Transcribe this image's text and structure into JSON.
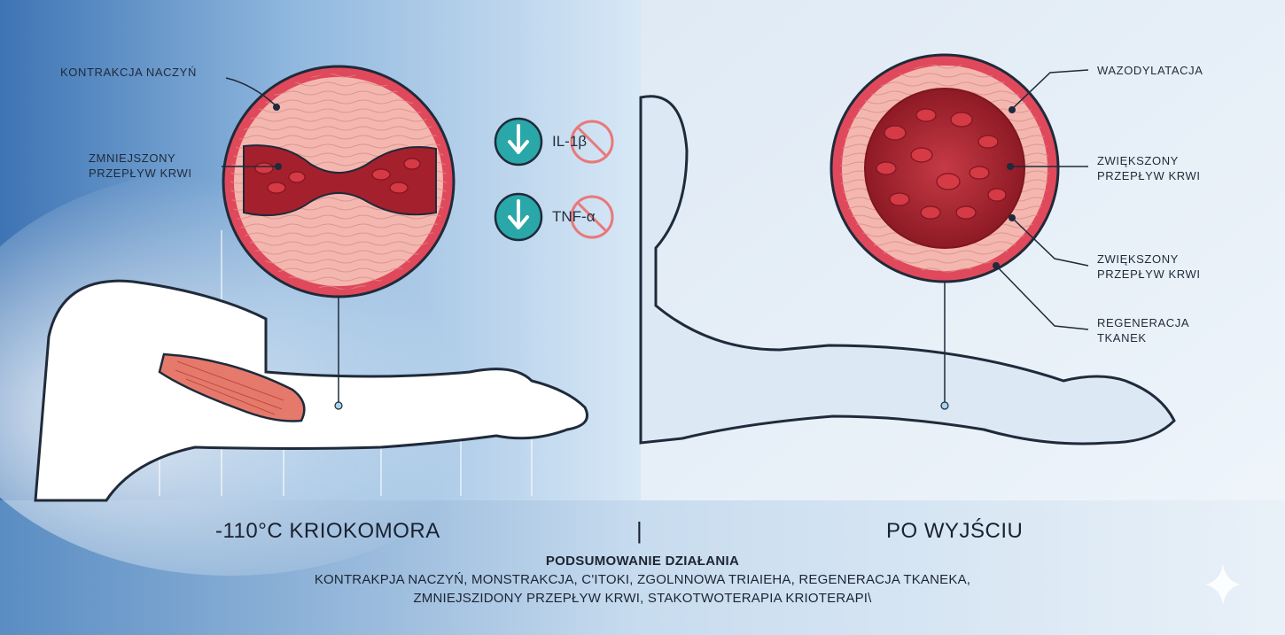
{
  "left": {
    "label_top": "KONTRAKCJA NACZYŃ",
    "label_mid": [
      "ZMNIEJSZONY",
      "PRZEPŁYW KRWI"
    ],
    "caption": "-110°C KRIOKOMORA",
    "cytokines": [
      {
        "name": "IL-1β",
        "icon": "down-arrow-icon"
      },
      {
        "name": "TNF-α",
        "icon": "down-arrow-icon"
      }
    ]
  },
  "right": {
    "labels": [
      [
        "WAZODYLATACJA"
      ],
      [
        "ZWIĘKSZONY",
        "PRZEPŁYW KRWI"
      ],
      [
        "ZWIĘKSZONY",
        "PRZEPŁYW KRWI"
      ],
      [
        "REGENERACJA",
        "TKANEK"
      ]
    ],
    "caption": "PO WYJŚCIU"
  },
  "divider": "|",
  "summary": {
    "title": "PODSUMOWANIE DZIAŁANIA",
    "line1": "KONTRAKPJA NACZYŃ, MONSTRAKCJA, C'ITOKI, ZGOLNNOWA TRIAIEHA, REGENERACJA TKANEKA,",
    "line2": "ZMNIEJSZIDONY PRZEPŁYW KRWI, STAKOTWOTERAPIA KRIOTERAPI\\"
  },
  "colors": {
    "cold_blue": "#3f7fbf",
    "teal": "#2aa7a8",
    "vessel_wall": "#e0495b",
    "blood": "#a4202c",
    "tissue": "#f4b7b0"
  }
}
